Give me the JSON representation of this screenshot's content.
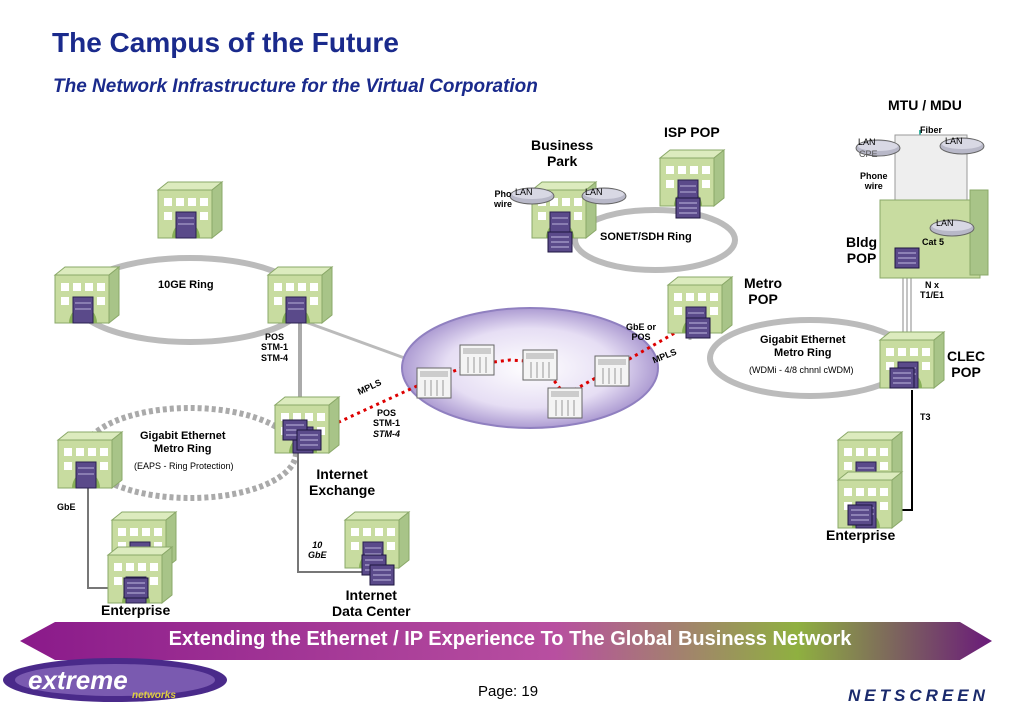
{
  "header": {
    "title": "The Campus of the Future",
    "subtitle": "The Network Infrastructure for the Virtual Corporation"
  },
  "labels": {
    "ring_10ge": "10GE Ring",
    "pos_stm_left": [
      "POS",
      "STM-1",
      "STM-4"
    ],
    "gige_ring_left": [
      "Gigabit Ethernet",
      "Metro Ring"
    ],
    "eaps": "(EAPS - Ring Protection)",
    "gbe_left": "GbE",
    "enterprise_left": "Enterprise",
    "internet_exchange": [
      "Internet",
      "Exchange"
    ],
    "ten_gbe": [
      "10",
      "GbE"
    ],
    "internet_dc": [
      "Internet",
      "Data Center"
    ],
    "mpls_left": "MPLS",
    "pos_stm_center": [
      "POS",
      "STM-1",
      "STM-4"
    ],
    "business_park": [
      "Business",
      "Park"
    ],
    "isp_pop": "ISP POP",
    "sonet_ring": "SONET/SDH Ring",
    "phone_wire_left": [
      "Pho",
      "wire"
    ],
    "lan_bp_1": "LAN",
    "lan_bp_2": "LAN",
    "metro_pop": [
      "Metro",
      "POP"
    ],
    "gbe_or_pos": [
      "GbE or",
      "POS"
    ],
    "mpls_right": "MPLS",
    "gige_ring_right": [
      "Gigabit Ethernet",
      "Metro Ring"
    ],
    "wdm": "(WDMi - 4/8 chnnl cWDM)",
    "mtu_mdu": "MTU / MDU",
    "fiber": "Fiber",
    "lan_mtu_1": "LAN",
    "lan_mtu_2": "LAN",
    "lan_mtu_3": "LAN",
    "cpe": "CPE",
    "phone_wire_right": [
      "Phone",
      "wire"
    ],
    "bldg_pop": [
      "Bldg",
      "POP"
    ],
    "cat5": "Cat 5",
    "nx_t1e1": [
      "N x",
      "T1/E1"
    ],
    "clec_pop": [
      "CLEC",
      "POP"
    ],
    "t3": "T3",
    "enterprise_right": "Enterprise"
  },
  "banner": {
    "text": "Extending the Ethernet / IP Experience To The Global Business Network",
    "color": "#7a1a8a"
  },
  "footer": {
    "page": "Page: 19",
    "logo_left": "extreme",
    "logo_left_sub": "networks",
    "logo_right": "NETSCREEN"
  },
  "colors": {
    "title": "#1a2a8c",
    "building": "#c8dca0",
    "router": "#5a4a8a",
    "cloud": "#d8ccec"
  }
}
